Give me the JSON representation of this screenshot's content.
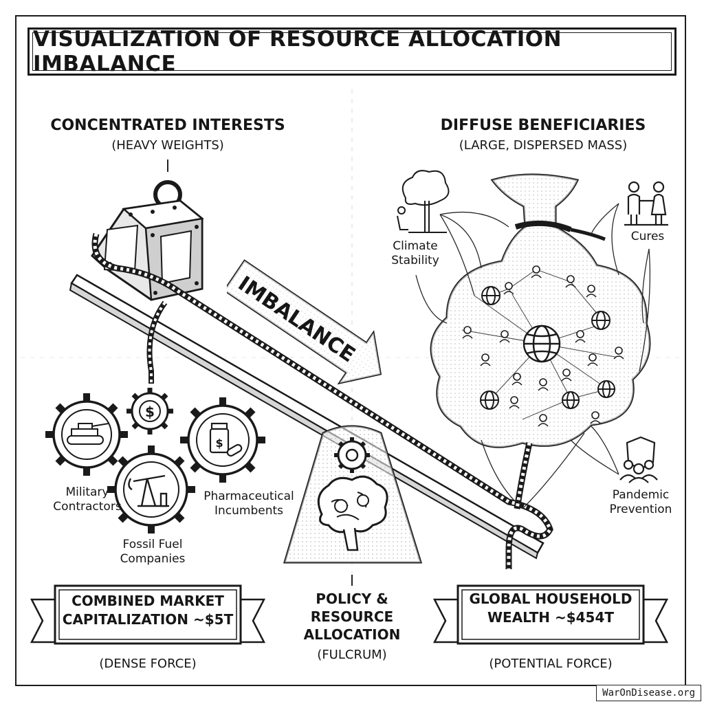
{
  "title": "VISUALIZATION OF RESOURCE ALLOCATION IMBALANCE",
  "left": {
    "heading": "CONCENTRATED INTERESTS",
    "subheading": "(HEAVY WEIGHTS)",
    "groups": [
      {
        "label": "Military Contractors",
        "icon": "tank-icon"
      },
      {
        "label": "Fossil Fuel Companies",
        "icon": "oil-pump-icon"
      },
      {
        "label": "Pharmaceutical Incumbents",
        "icon": "pill-bottle-icon"
      }
    ],
    "coin_icon": "dollar-gear-icon",
    "banner": "COMBINED MARKET CAPITALIZATION ~$5T",
    "force": "(DENSE FORCE)"
  },
  "arrow": {
    "label": "IMBALANCE"
  },
  "center": {
    "banner": "POLICY & RESOURCE ALLOCATION",
    "force": "(FULCRUM)"
  },
  "right": {
    "heading": "DIFFUSE BENEFICIARIES",
    "subheading": "(LARGE, DISPERSED MASS)",
    "groups": [
      {
        "label": "Climate Stability",
        "icon": "tree-icon"
      },
      {
        "label": "Cures",
        "icon": "people-icon"
      },
      {
        "label": "Pandemic Prevention",
        "icon": "shield-people-icon"
      }
    ],
    "banner": "GLOBAL HOUSEHOLD WEALTH ~$454T",
    "force": "(POTENTIAL FORCE)"
  },
  "watermark": "WarOnDisease.org",
  "colors": {
    "ink": "#161616",
    "paper": "#ffffff",
    "shade": "#d9d9d9"
  }
}
